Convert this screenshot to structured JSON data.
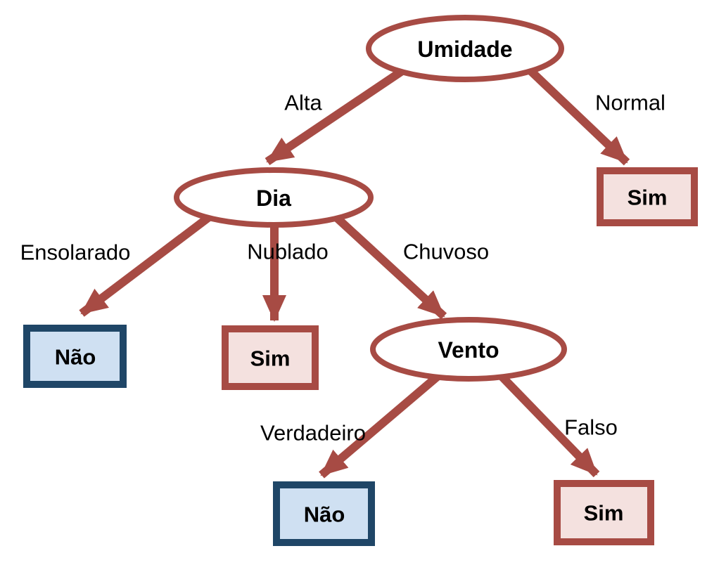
{
  "colors": {
    "accent_red": "#A74B44",
    "accent_red_fill": "#F4E1DF",
    "accent_blue": "#1F4667",
    "accent_blue_fill": "#CFE0F2",
    "node_fill": "#FFFFFF",
    "text": "#000000",
    "background": "#FFFFFF"
  },
  "tree": {
    "nodes": {
      "umidade": {
        "label": "Umidade",
        "type": "decision"
      },
      "dia": {
        "label": "Dia",
        "type": "decision"
      },
      "vento": {
        "label": "Vento",
        "type": "decision"
      }
    },
    "leaves": {
      "sim_normal": {
        "label": "Sim",
        "value": "yes"
      },
      "nao_ensolarado": {
        "label": "Não",
        "value": "no"
      },
      "sim_nublado": {
        "label": "Sim",
        "value": "yes"
      },
      "nao_verdadeiro": {
        "label": "Não",
        "value": "no"
      },
      "sim_falso": {
        "label": "Sim",
        "value": "yes"
      }
    },
    "edges": {
      "alta": {
        "label": "Alta",
        "from": "umidade",
        "to": "dia"
      },
      "normal": {
        "label": "Normal",
        "from": "umidade",
        "to": "sim_normal"
      },
      "ensolarado": {
        "label": "Ensolarado",
        "from": "dia",
        "to": "nao_ensolarado"
      },
      "nublado": {
        "label": "Nublado",
        "from": "dia",
        "to": "sim_nublado"
      },
      "chuvoso": {
        "label": "Chuvoso",
        "from": "dia",
        "to": "vento"
      },
      "verdadeiro": {
        "label": "Verdadeiro",
        "from": "vento",
        "to": "nao_verdadeiro"
      },
      "falso": {
        "label": "Falso",
        "from": "vento",
        "to": "sim_falso"
      }
    }
  }
}
